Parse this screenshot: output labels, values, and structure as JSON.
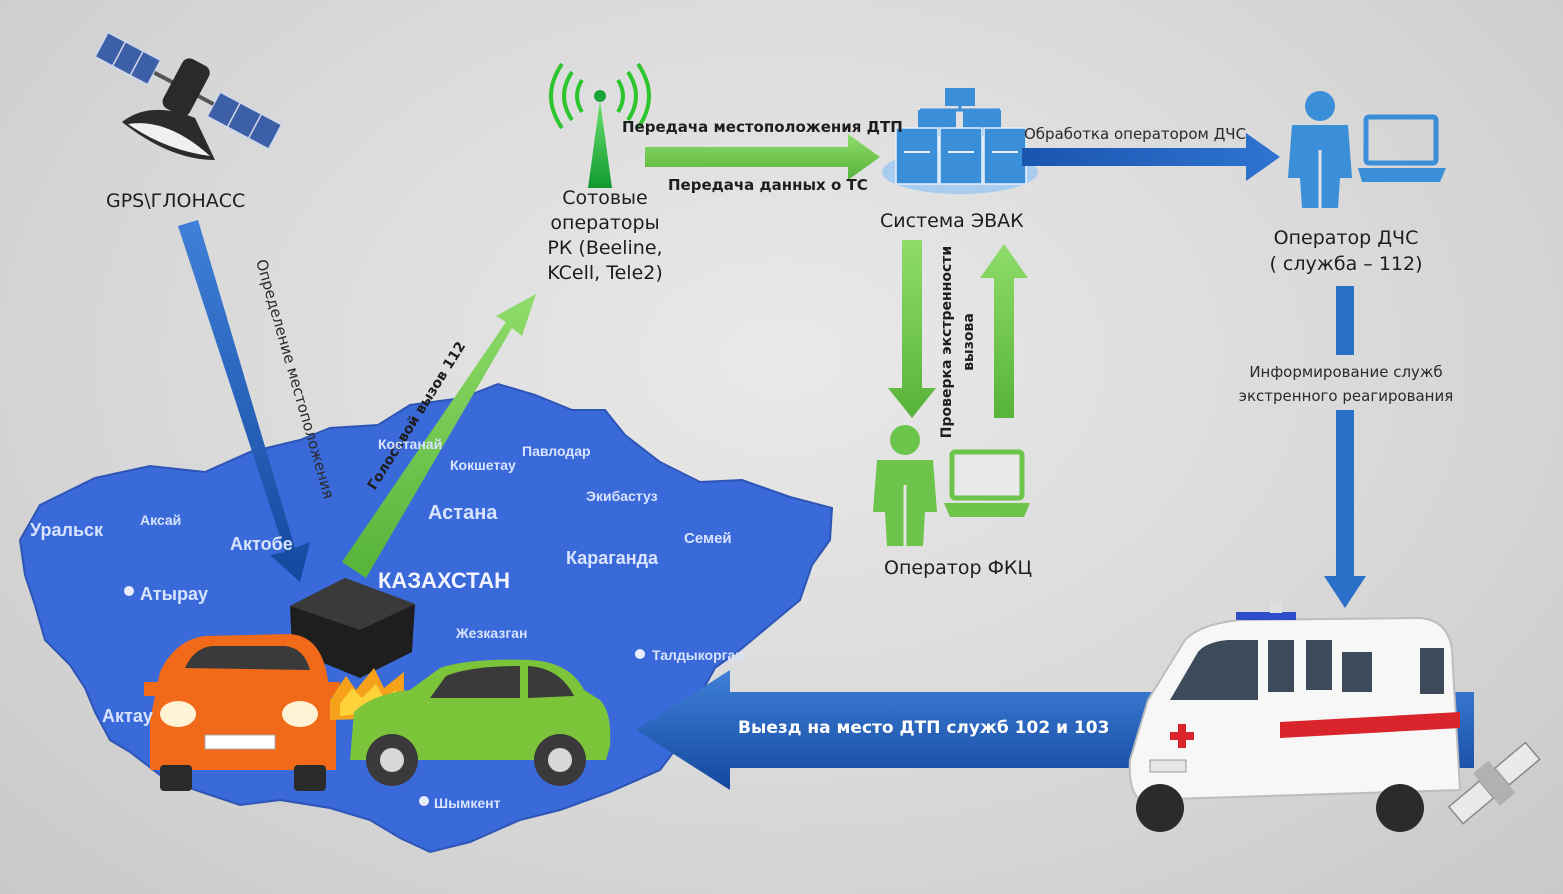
{
  "nodes": {
    "satellite_label": "GPS\\ГЛОНАСС",
    "cellular_label": [
      "Сотовые",
      "операторы",
      "РК (Beeline,",
      "KCell, Tele2)"
    ],
    "evak_label": "Система ЭВАК",
    "dchs_label": [
      "Оператор ДЧС",
      "( служба – 112)"
    ],
    "fkc_label": "Оператор ФКЦ"
  },
  "arrows": {
    "location_detect": "Определение местоположения",
    "voice_call": "Голосовой вызов 112",
    "transfer_location": "Передача местоположения ДТП",
    "transfer_data": "Передача данных о ТС",
    "processing": "Обработка оператором ДЧС",
    "verify_call": [
      "Проверка экстренности",
      "вызова"
    ],
    "inform_services": [
      "Информирование служб",
      "экстренного реагирования"
    ],
    "dispatch": "Выезд на место ДТП служб 102 и 103"
  },
  "map": {
    "country": "КАЗАХСТАН",
    "cities": [
      "Уральск",
      "Аксай",
      "Актобе",
      "Атырау",
      "Актау",
      "Костанай",
      "Кокшетау",
      "Павлодар",
      "Экибастуз",
      "Астана",
      "Семей",
      "Караганда",
      "Жезказган",
      "Талдыкорган",
      "Шымкент"
    ]
  },
  "colors": {
    "blue_arrow": "#1f5fb8",
    "green_arrow": "#6cc44a",
    "map_fill": "#3a69d9",
    "icon_blue": "#3b8fd9",
    "icon_green": "#6cc44a"
  }
}
